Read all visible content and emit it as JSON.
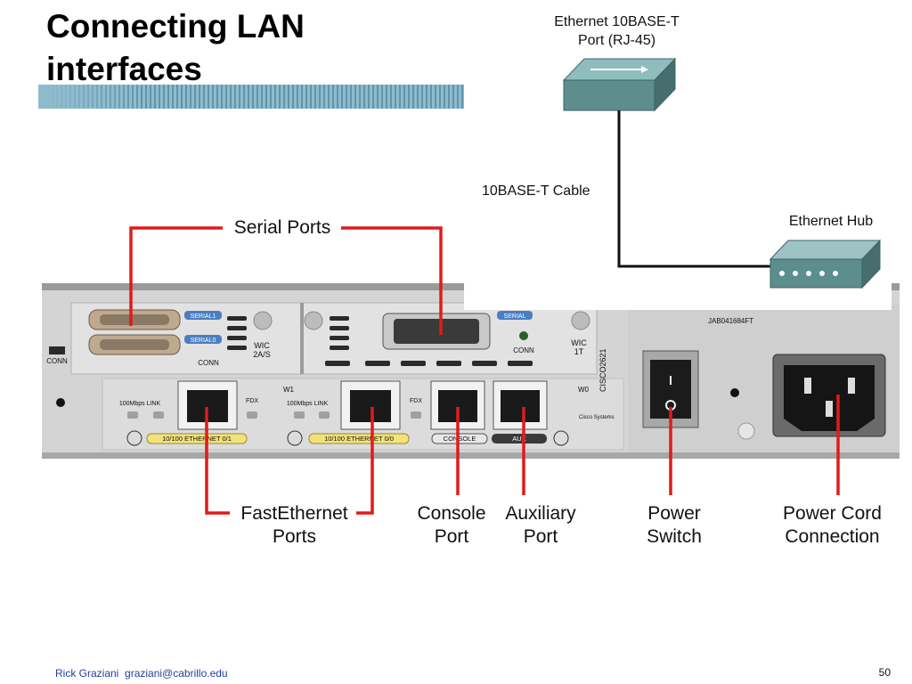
{
  "slide": {
    "title": "Connecting LAN interfaces",
    "page_number": "50",
    "footer_author": "Rick Graziani",
    "footer_email": "graziani@cabrillo.edu"
  },
  "diagram": {
    "callouts": {
      "serial_ports": "Serial Ports",
      "fastethernet_ports": "FastEthernet\nPorts",
      "console_port": "Console\nPort",
      "auxiliary_port": "Auxiliary\nPort",
      "power_switch": "Power\nSwitch",
      "power_cord": "Power Cord\nConnection"
    },
    "topology": {
      "ethernet_port": "Ethernet 10BASE-T\nPort (RJ-45)",
      "cable": "10BASE-T Cable",
      "hub": "Ethernet Hub"
    },
    "router_panel": {
      "serial1": "SERIAL1",
      "serial0": "SERIAL0",
      "serial": "SERIAL",
      "conn": "CONN",
      "wic_2as": "WIC\n2A/S",
      "wic_1t": "WIC\n1T",
      "w1": "W1",
      "w0": "W0",
      "fe0_1": "10/100 ETHERNET 0/1",
      "fe0_0": "10/100 ETHERNET 0/0",
      "console": "CONSOLE",
      "aux": "AUX",
      "mbps_link": "100Mbps LINK",
      "fdx": "FDX",
      "model": "CISCO2621",
      "brand": "Cisco Systems",
      "serial_number": "JAB041684FT"
    },
    "colors": {
      "callout_line": "#e01b1b",
      "banner": "#7fb0c4",
      "panel": "#d9d9d9"
    }
  }
}
